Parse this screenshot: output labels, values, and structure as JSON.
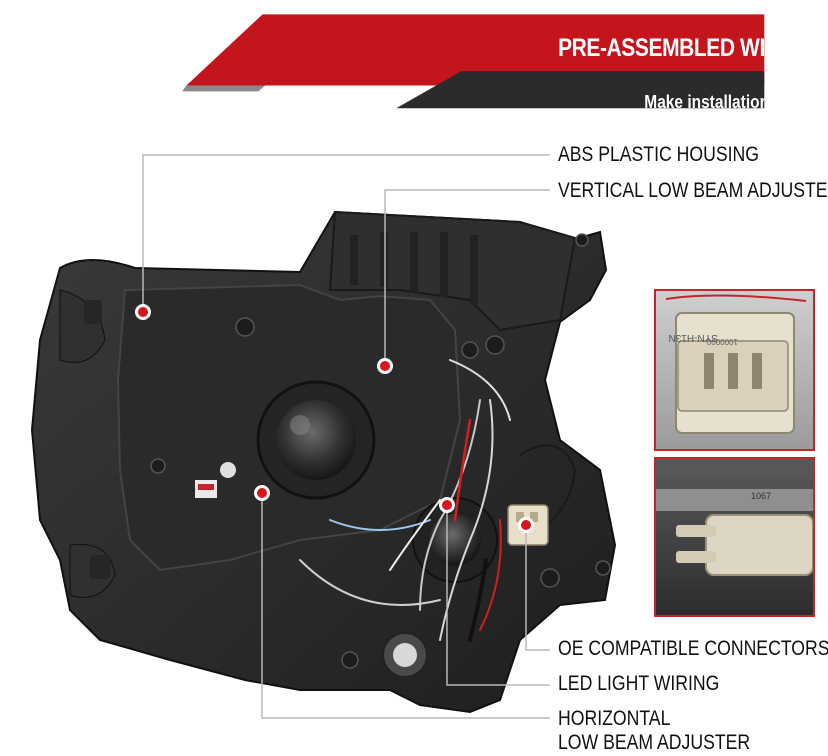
{
  "banner": {
    "title": "PRE-ASSEMBLED WIRING",
    "subtitle": "Make installation easier",
    "colors": {
      "red": "#c4141c",
      "dark": "#2b2b2b",
      "shadow": "#8a8a8a"
    }
  },
  "callouts": {
    "abs_housing": "ABS PLASTIC HOUSING",
    "vertical_adjuster": "VERTICAL LOW BEAM ADJUSTER",
    "oe_connectors": "OE COMPATIBLE CONNECTORS",
    "led_wiring": "LED LIGHT WIRING",
    "horizontal_adjuster_line1": "HORIZONTAL",
    "horizontal_adjuster_line2": "LOW BEAM ADJUSTER"
  },
  "insets": {
    "connector_label": "SYN-H13N",
    "connector_code": "1000000",
    "bulb_label": "1067"
  },
  "colors": {
    "marker": "#d8141c",
    "leader": "#b8b8b8",
    "housing": "#2e2e2e",
    "inset_border": "#c6242b"
  }
}
